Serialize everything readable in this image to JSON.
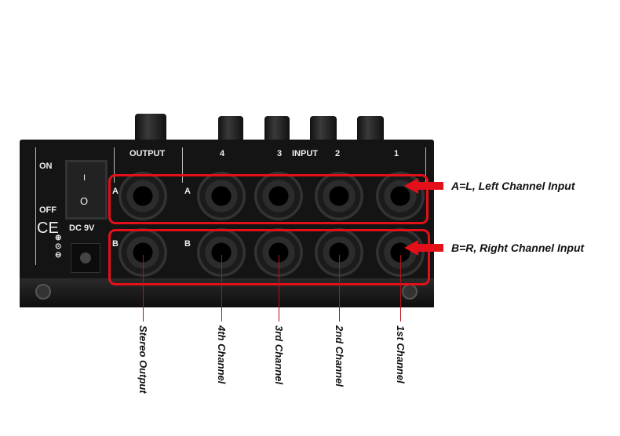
{
  "panel": {
    "on": "ON",
    "off": "OFF",
    "ce": "CE",
    "dc": "DC 9V",
    "output": "OUTPUT",
    "input": "INPUT",
    "ch4": "4",
    "ch3": "3",
    "ch2": "2",
    "ch1": "1",
    "a": "A",
    "b": "B",
    "switch_on": "I",
    "switch_off": "O"
  },
  "annotations": {
    "row_a": "A=L, Left Channel Input",
    "row_b": "B=R, Right Channel Input"
  },
  "jack_labels": [
    "Stereo Output",
    "4th Channel",
    "3rd Channel",
    "2nd Channel",
    "1st Channel"
  ],
  "colors": {
    "highlight": "#e3101a"
  }
}
